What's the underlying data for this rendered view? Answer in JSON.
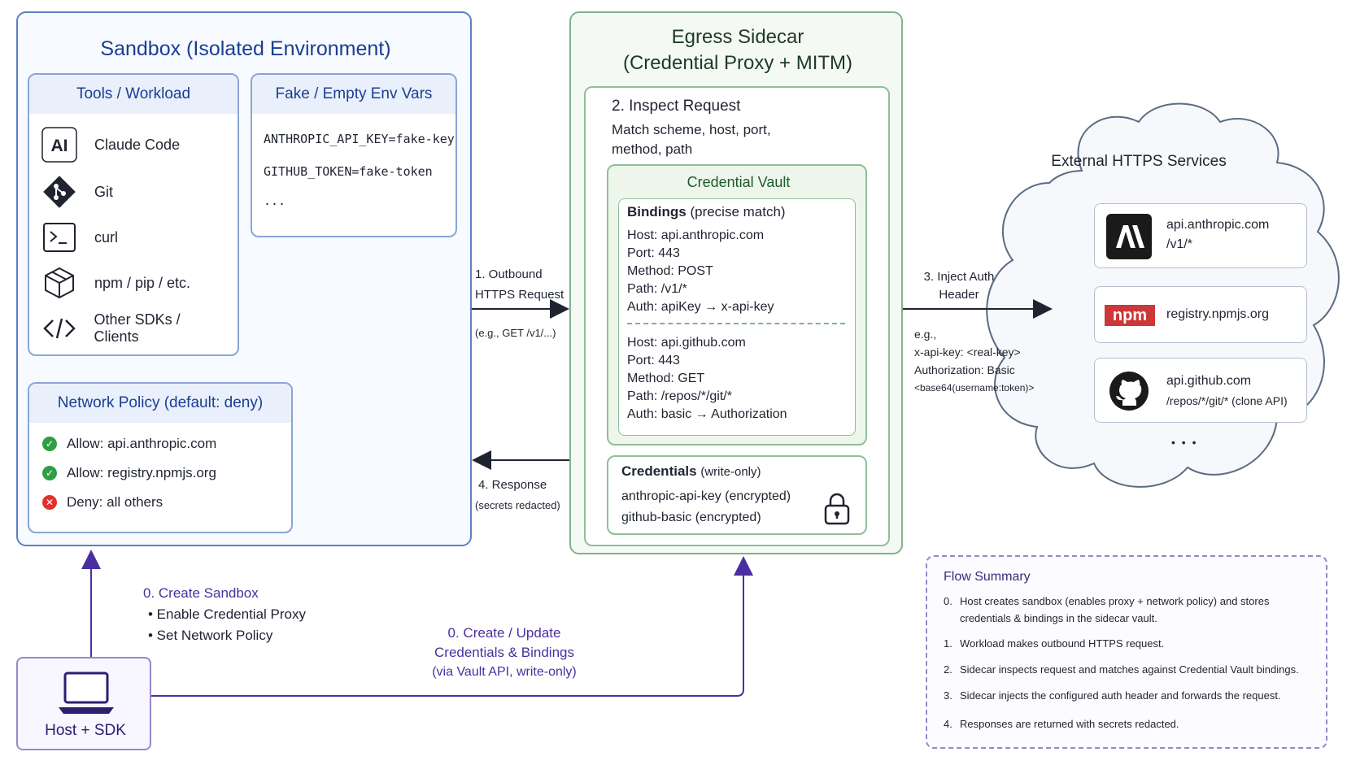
{
  "sandbox": {
    "title": "Sandbox (Isolated Environment)",
    "tools": {
      "title": "Tools / Workload",
      "items": [
        {
          "label": "Claude Code",
          "icon": "anthropic-ai-icon"
        },
        {
          "label": "Git",
          "icon": "git-icon"
        },
        {
          "label": "curl",
          "icon": "terminal-icon"
        },
        {
          "label": "npm / pip / etc.",
          "icon": "package-icon"
        },
        {
          "label": "Other SDKs / Clients",
          "icon": "code-brackets-icon"
        }
      ]
    },
    "env": {
      "title": "Fake / Empty Env Vars",
      "lines": [
        "ANTHROPIC_API_KEY=fake-key",
        "GITHUB_TOKEN=fake-token",
        "..."
      ]
    },
    "policy": {
      "title": "Network Policy (default: deny)",
      "rules": [
        {
          "kind": "Allow:",
          "target": "api.anthropic.com",
          "status": "allow"
        },
        {
          "kind": "Allow:",
          "target": "registry.npmjs.org",
          "status": "allow"
        },
        {
          "kind": "Deny:",
          "target": "all others",
          "status": "deny"
        }
      ]
    }
  },
  "sidecar": {
    "title_line1": "Egress Sidecar",
    "title_line2": "(Credential Proxy + MITM)",
    "inspect": {
      "title": "2. Inspect Request",
      "desc": "Match scheme, host, port, method, path"
    },
    "vault": {
      "title": "Credential Vault",
      "bindings_title": "Bindings",
      "bindings_sub": "(precise match)",
      "binding1": [
        "Host:  api.anthropic.com",
        "Port:  443",
        "Method:  POST",
        "Path:  /v1/*",
        "Auth:  apiKey → x-api-key"
      ],
      "binding2": [
        "Host:  api.github.com",
        "Port:  443",
        "Method:  GET",
        "Path:  /repos/*/git/*",
        "Auth:  basic → Authorization"
      ]
    },
    "credentials": {
      "title": "Credentials",
      "sub": "(write-only)",
      "items": [
        "anthropic-api-key (encrypted)",
        "github-basic (encrypted)"
      ]
    }
  },
  "external": {
    "title": "External HTTPS Services",
    "services": [
      {
        "line1": "api.anthropic.com",
        "line2": "/v1/*",
        "icon": "anthropic-logo-icon"
      },
      {
        "line1": "registry.npmjs.org",
        "line2": "",
        "icon": "npm-logo-icon",
        "logo_text": "npm"
      },
      {
        "line1": "api.github.com",
        "line2": "/repos/*/git/* (clone API)",
        "icon": "github-logo-icon"
      }
    ],
    "more": "• • •"
  },
  "arrows": {
    "outbound_1": "1. Outbound",
    "outbound_2": "HTTPS Request",
    "outbound_eg": "(e.g., GET /v1/...)",
    "inject_1": "3. Inject Auth",
    "inject_2": "Header",
    "inject_eg": [
      "e.g.,",
      "x-api-key: <real-key>",
      "Authorization: Basic",
      "<base64(username:token)>"
    ],
    "response_1": "4. Response",
    "response_2": "(secrets redacted)",
    "create_sandbox": "0. Create Sandbox",
    "create_sandbox_items": [
      "• Enable Credential Proxy",
      "• Set Network Policy"
    ],
    "create_creds_1": "0. Create / Update",
    "create_creds_2": "Credentials & Bindings",
    "create_creds_3": "(via Vault API, write-only)"
  },
  "host": {
    "label": "Host + SDK",
    "icon": "laptop-icon"
  },
  "summary": {
    "title": "Flow Summary",
    "items": [
      {
        "n": "0.",
        "text": "Host creates sandbox (enables proxy + network policy) and stores credentials & bindings in the sidecar vault."
      },
      {
        "n": "1.",
        "text": "Workload makes outbound HTTPS request."
      },
      {
        "n": "2.",
        "text": "Sidecar inspects request and matches against Credential Vault bindings."
      },
      {
        "n": "3.",
        "text": "Sidecar injects the configured auth header and forwards the request."
      },
      {
        "n": "4.",
        "text": "Responses are returned with secrets redacted."
      }
    ]
  },
  "colors": {
    "sandbox": "#5b7fc6",
    "sidecar": "#7fb38a",
    "host": "#9b86cc",
    "allow": "#2f9e44",
    "deny": "#e03131"
  }
}
